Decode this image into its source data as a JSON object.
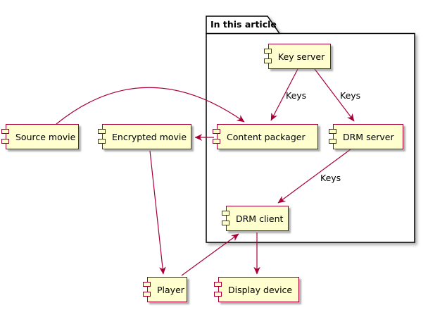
{
  "diagram": {
    "type": "component-diagram",
    "package": {
      "label": "In this article"
    },
    "components": [
      {
        "id": "key-server",
        "label": "Key server",
        "in_package": true
      },
      {
        "id": "content-packager",
        "label": "Content packager",
        "in_package": true
      },
      {
        "id": "drm-server",
        "label": "DRM server",
        "in_package": true
      },
      {
        "id": "drm-client",
        "label": "DRM client",
        "in_package": true
      },
      {
        "id": "source-movie",
        "label": "Source movie",
        "in_package": false
      },
      {
        "id": "encrypted-movie",
        "label": "Encrypted movie",
        "in_package": false
      },
      {
        "id": "player",
        "label": "Player",
        "in_package": false
      },
      {
        "id": "display-device",
        "label": "Display device",
        "in_package": false
      }
    ],
    "edges": [
      {
        "from": "key-server",
        "to": "content-packager",
        "label": "Keys"
      },
      {
        "from": "key-server",
        "to": "drm-server",
        "label": "Keys"
      },
      {
        "from": "drm-server",
        "to": "drm-client",
        "label": "Keys"
      },
      {
        "from": "source-movie",
        "to": "content-packager",
        "label": ""
      },
      {
        "from": "content-packager",
        "to": "encrypted-movie",
        "label": ""
      },
      {
        "from": "encrypted-movie",
        "to": "player",
        "label": ""
      },
      {
        "from": "player",
        "to": "drm-client",
        "label": ""
      },
      {
        "from": "drm-client",
        "to": "display-device",
        "label": ""
      }
    ],
    "colors": {
      "component_fill": "#FEFECE",
      "component_border": "#A80036",
      "arrow": "#A80036",
      "package_border": "#000000",
      "text": "#000000",
      "background": "#FFFFFF"
    }
  }
}
